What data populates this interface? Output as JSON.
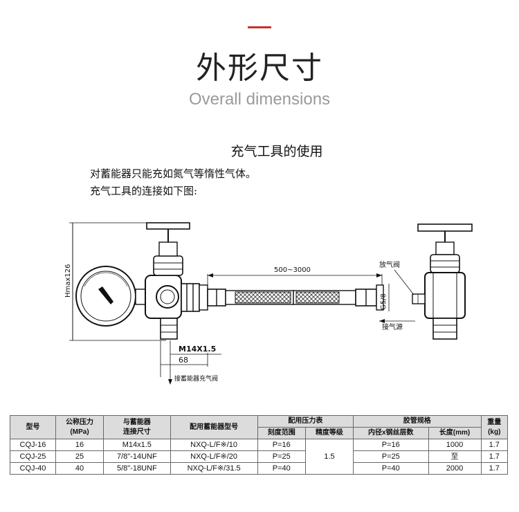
{
  "header": {
    "title_cn": "外形尺寸",
    "title_en": "Overall dimensions",
    "accent_color": "#c8322a"
  },
  "section": {
    "title": "充气工具的使用",
    "lines": [
      "对蓄能器只能充如氮气等惰性气体。",
      "充气工具的连接如下图:"
    ]
  },
  "drawing": {
    "dim_height": "Hmax126",
    "dim_hose": "500~3000",
    "dim_thread": "G5/8",
    "dim_m14": "M14X1.5",
    "dim_68": "68",
    "label_release": "放气阀",
    "label_gas": "接气源",
    "label_accumulator": "接蓄能器充气阀"
  },
  "table": {
    "h_model": "型号",
    "h_pressure": "公称压力\n(MPa)",
    "h_connect": "与蓄能器\n连接尺寸",
    "h_acc_model": "配用蓄能器型号",
    "h_gauge": "配用压力表",
    "h_gauge_range": "刻度范围",
    "h_gauge_class": "精度等级",
    "h_hose": "胶管规格",
    "h_hose_inner": "内径x钢丝层数",
    "h_hose_len": "长度(mm)",
    "h_weight": "重量\n(kg)",
    "rows": [
      {
        "model": "CQJ-16",
        "pressure": "16",
        "connect": "M14x1.5",
        "acc": "NXQ-L/F※/10",
        "range": "P=16",
        "hose": "P=16",
        "len": "1000",
        "weight": "1.7"
      },
      {
        "model": "CQJ-25",
        "pressure": "25",
        "connect": "7/8\"-14UNF",
        "acc": "NXQ-L/F※/20",
        "range": "P=25",
        "hose": "P=25",
        "len": "至",
        "weight": "1.7"
      },
      {
        "model": "CQJ-40",
        "pressure": "40",
        "connect": "5/8\"-18UNF",
        "acc": "NXQ-L/F※/31.5",
        "range": "P=40",
        "hose": "P=40",
        "len": "2000",
        "weight": "1.7"
      }
    ],
    "gauge_class": "1.5"
  }
}
